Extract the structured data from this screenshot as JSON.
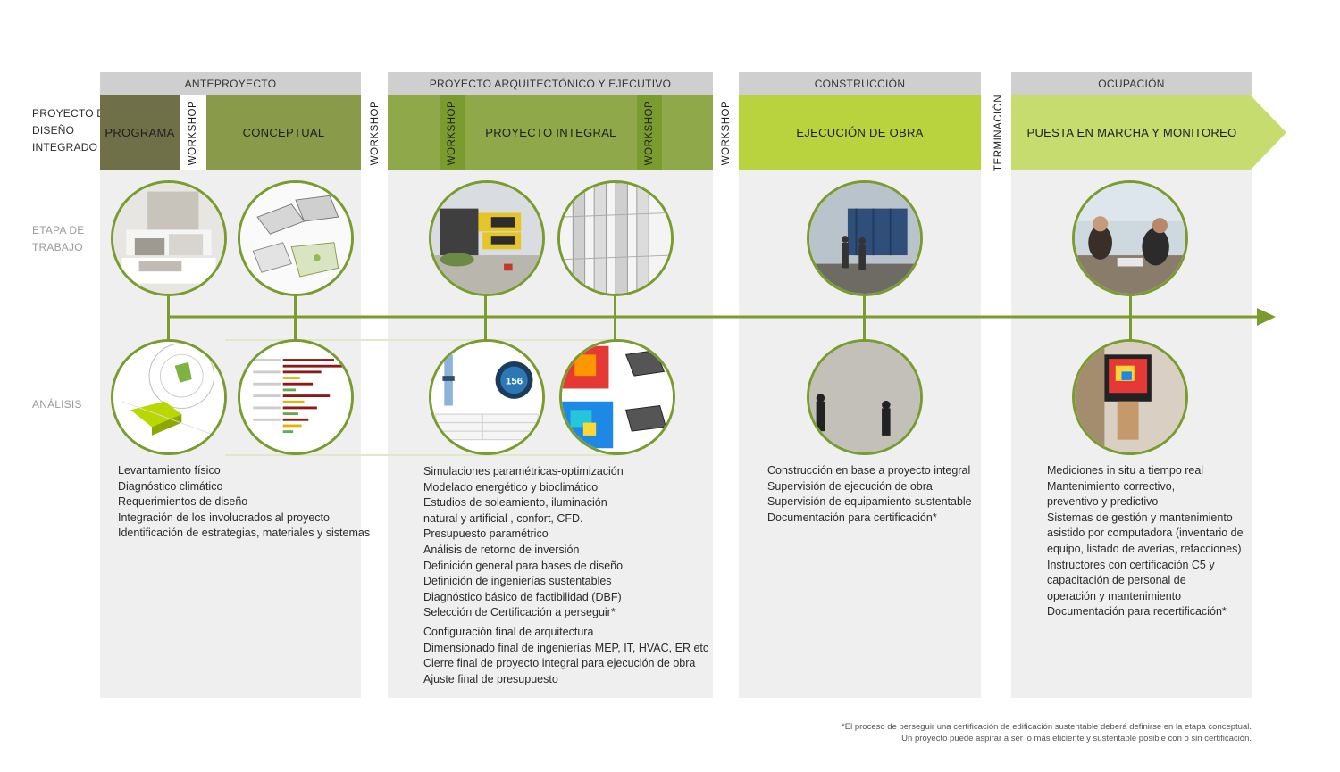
{
  "rows": {
    "pdi": [
      "PROYECTO DE",
      "DISEÑO",
      "INTEGRADO"
    ],
    "etapa": [
      "ETAPA DE",
      "TRABAJO"
    ],
    "analisis": "ANÁLISIS"
  },
  "phases": {
    "anteproyecto": "ANTEPROYECTO",
    "proyecto": "PROYECTO ARQUITECTÓNICO Y EJECUTIVO",
    "construccion": "CONSTRUCCIÓN",
    "ocupacion": "OCUPACIÓN"
  },
  "bands": {
    "programa": "PROGRAMA",
    "conceptual": "CONCEPTUAL",
    "integral": "PROYECTO INTEGRAL",
    "obra": "EJECUCIÓN DE OBRA",
    "puesta": "PUESTA EN MARCHA Y MONITOREO"
  },
  "workshop": "WORKSHOP",
  "terminacion": "TERMINACIÓN",
  "gauge_value": "156",
  "descriptions": {
    "anteproyecto": [
      "Levantamiento físico",
      "Diagnóstico climático",
      "Requerimientos de diseño",
      "Integración de los involucrados al proyecto",
      "Identificación de estrategias, materiales y sistemas"
    ],
    "proyecto_a": [
      "Simulaciones paramétricas-optimización",
      "Modelado energético y bioclimático",
      "Estudios de soleamiento, iluminación",
      "natural y artificial , confort, CFD.",
      "Presupuesto paramétrico",
      "Análisis de retorno de inversión",
      "Definición general para bases de diseño",
      "Definición de ingenierías sustentables",
      "Diagnóstico básico de factibilidad (DBF)",
      "Selección de Certificación a perseguir*"
    ],
    "proyecto_b": [
      "Configuración final de arquitectura",
      "Dimensionado final de ingenierías MEP, IT, HVAC, ER etc",
      "Cierre final de proyecto integral para ejecución de obra",
      "Ajuste final de presupuesto"
    ],
    "construccion": [
      "Construcción en base a proyecto integral",
      "Supervisión de ejecución de obra",
      "Supervisión de equipamiento sustentable",
      "Documentación para certificación*"
    ],
    "ocupacion": [
      "Mediciones in situ a tiempo real",
      "Mantenimiento correctivo,",
      "preventivo y predictivo",
      "Sistemas de gestión y mantenimiento",
      "asistido por computadora (inventario de",
      "equipo, listado de averías, refacciones)",
      "Instructores con certificación C5 y",
      "capacitación de personal de",
      "operación y mantenimiento",
      "Documentación para recertificación*"
    ]
  },
  "footnote": [
    "*El proceso de perseguir una certificación de edificación sustentable deberá definirse en la etapa conceptual.",
    "Un proyecto puede aspirar a ser lo más eficiente y sustentable posible con o sin certificación."
  ],
  "colors": {
    "programa": "#6f7048",
    "conceptual": "#8a9a4b",
    "integral": "#8fa84a",
    "workshop_green": "#7a9b2e",
    "obra": "#b9d33e",
    "puesta": "#c7dc6e",
    "line": "#7a9b2e",
    "panel": "#efefef",
    "phase_header": "#cfcfcf"
  }
}
